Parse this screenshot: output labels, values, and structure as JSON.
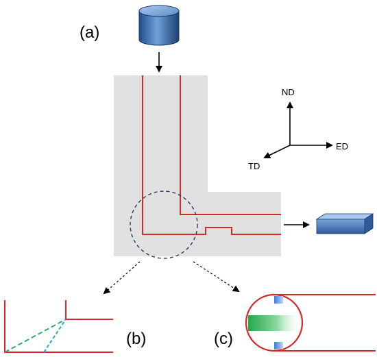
{
  "figure": {
    "labels": {
      "a": "(a)",
      "b": "(b)",
      "c": "(c)"
    },
    "axes": {
      "nd": "ND",
      "ed": "ED",
      "td": "TD"
    },
    "colors": {
      "die_fill": "#e1e1e1",
      "channel_line": "#d62828",
      "billet_blue": "#3f6fb8",
      "dashed_circle": "#2a3b5c",
      "green_line": "#2eab6a",
      "cyan_line": "#2aa8c8"
    },
    "icons": [
      "billet-cylinder-icon",
      "extruded-bar-icon",
      "coordinate-axes-icon"
    ]
  }
}
